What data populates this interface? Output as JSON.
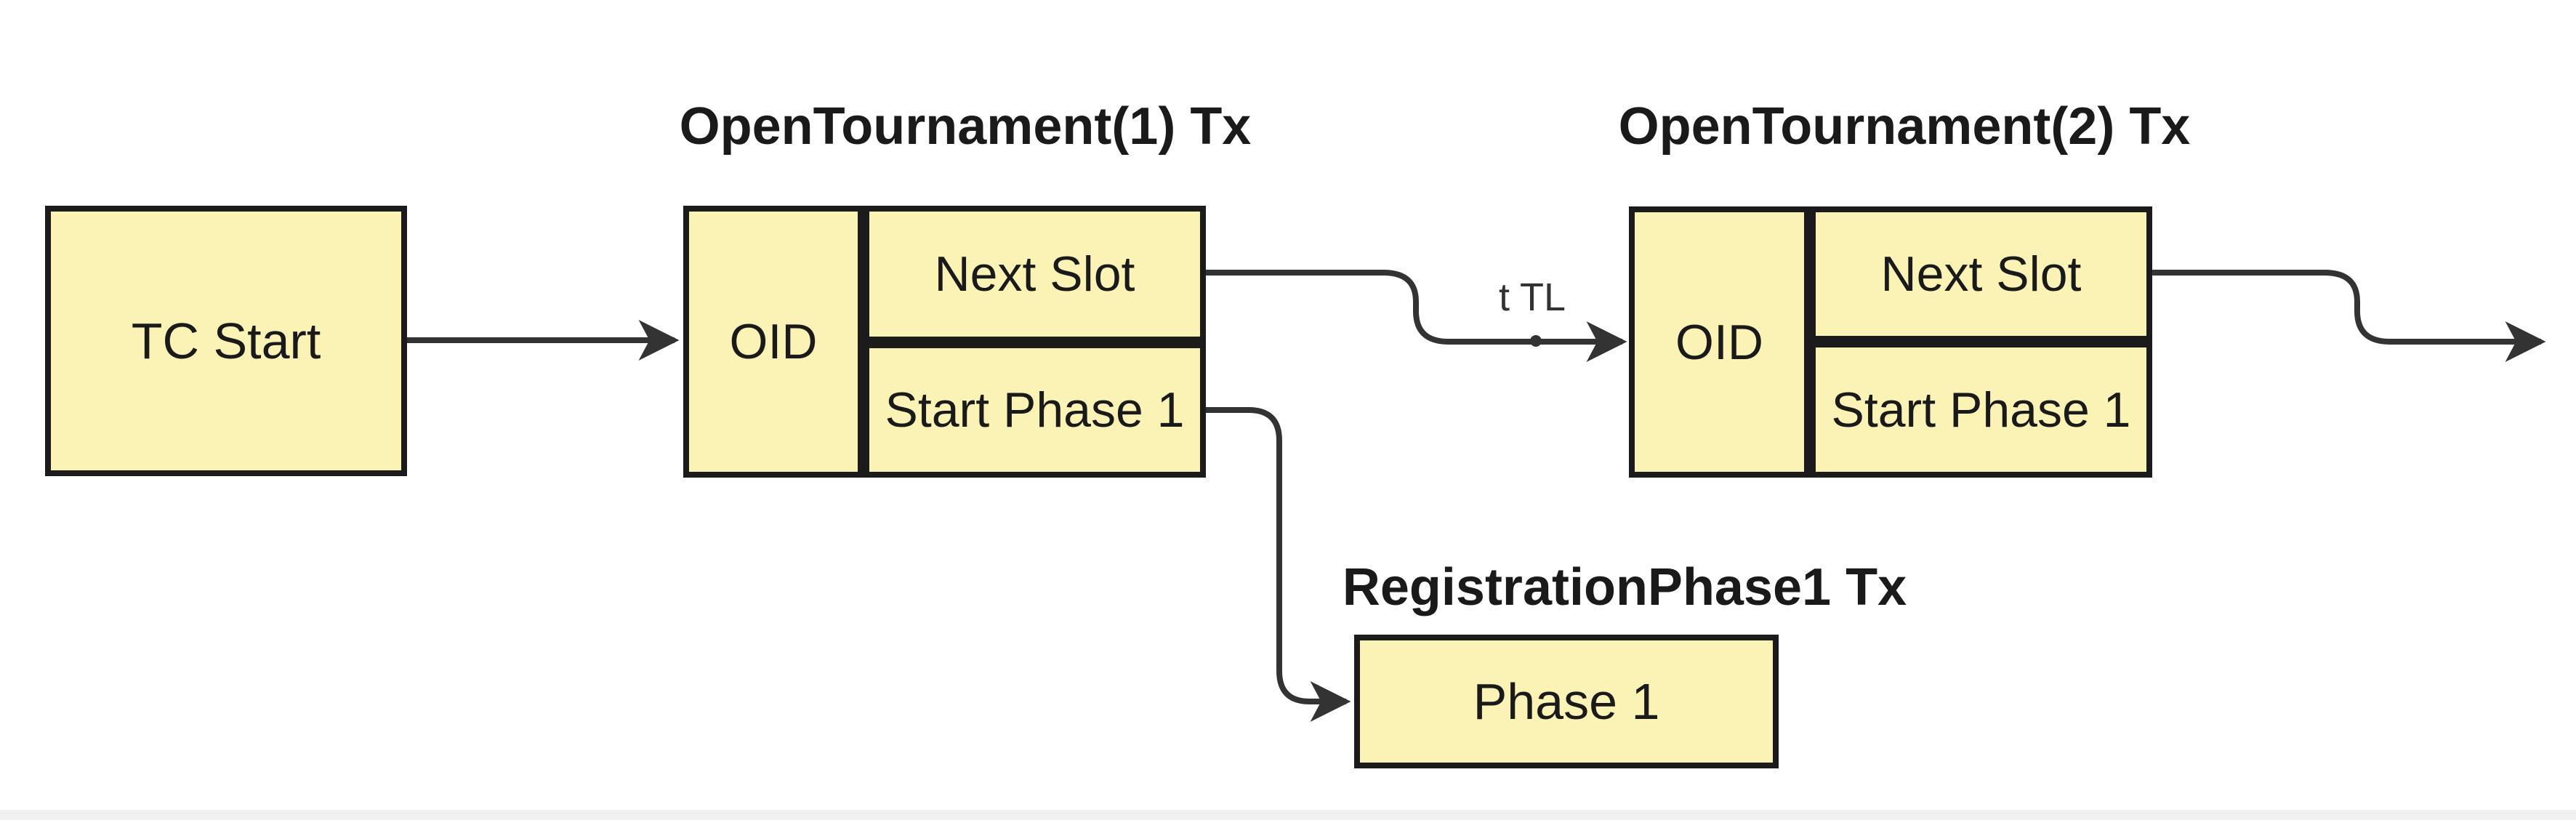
{
  "colors": {
    "background": "#ffffff",
    "node_fill": "#fbf2b6",
    "node_border": "#1b1b1b",
    "edge": "#333333",
    "text": "#1a1a1a",
    "edge_label_text": "#333333",
    "bottom_strip": "#f0f0f0"
  },
  "nodes": {
    "tc_start": {
      "label": "TC Start"
    },
    "phase1": {
      "label": "Phase 1"
    }
  },
  "groups": [
    {
      "title": "OpenTournament(1) Tx",
      "cells": {
        "oid": "OID",
        "next_slot": "Next Slot",
        "start_phase": "Start Phase 1"
      }
    },
    {
      "title": "OpenTournament(2) Tx",
      "cells": {
        "oid": "OID",
        "next_slot": "Next Slot",
        "start_phase": "Start Phase 1"
      }
    }
  ],
  "registration": {
    "title": "RegistrationPhase1 Tx"
  },
  "edge_labels": {
    "t_tl": "t TL"
  }
}
